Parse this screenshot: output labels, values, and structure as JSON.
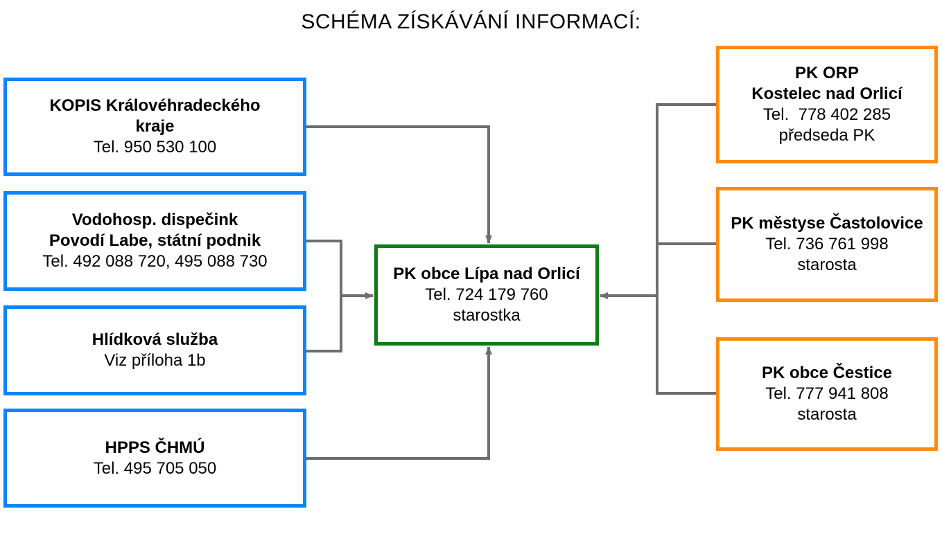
{
  "title": "SCHÉMA ZÍSKÁVÁNÍ INFORMACÍ:",
  "colors": {
    "source_border": "#0a84ff",
    "neighbor_border": "#ff8a12",
    "center_border": "#0f7d13",
    "connector": "#6e6e6e"
  },
  "sources": {
    "kopis": {
      "name_line1": "KOPIS Královéhradeckého",
      "name_line2": "kraje",
      "phone": "Tel. 950 530 100"
    },
    "vodohosp": {
      "name_line1": "Vodohosp. dispečink",
      "name_line2": "Povodí Labe, státní podnik",
      "phone": "Tel. 492 088 720, 495 088 730"
    },
    "hlidkova": {
      "name": "Hlídková služba",
      "note": "Viz příloha 1b"
    },
    "hpps": {
      "name": "HPPS ČHMÚ",
      "phone": "Tel. 495 705 050"
    }
  },
  "center": {
    "name": "PK obce Lípa nad Orlicí",
    "phone": "Tel. 724 179 760",
    "role": "starostka"
  },
  "neighbors": {
    "orp": {
      "name_line1": "PK ORP",
      "name_line2": "Kostelec nad Orlicí",
      "phone": "Tel.  778 402 285",
      "role": "předseda PK"
    },
    "castolovice": {
      "name": "PK městyse Častolovice",
      "phone": "Tel. 736 761 998",
      "role": "starosta"
    },
    "cestice": {
      "name": "PK obce Čestice",
      "phone": "Tel. 777 941 808",
      "role": "starosta"
    }
  }
}
